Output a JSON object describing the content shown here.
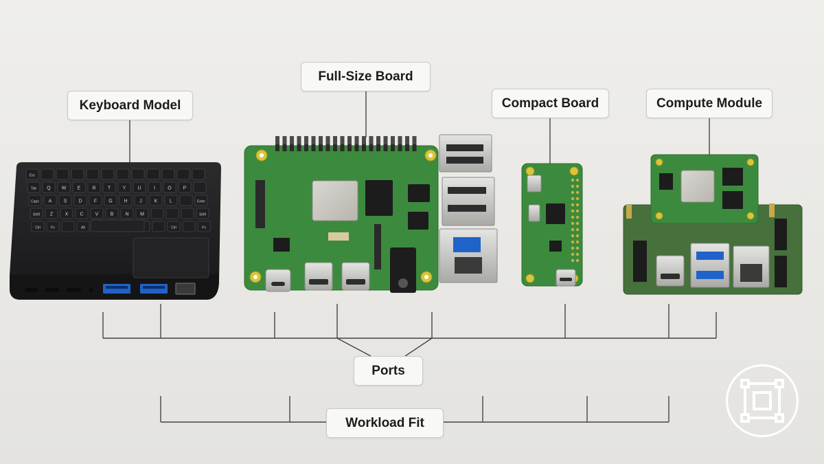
{
  "labels": {
    "keyboard_model": "Keyboard Model",
    "full_size_board": "Full-Size Board",
    "compact_board": "Compact Board",
    "compute_module": "Compute Module",
    "ports": "Ports",
    "workload_fit": "Workload Fit"
  },
  "keyboard": {
    "rows": [
      [
        "Esc",
        "",
        "",
        "",
        "",
        "",
        "",
        "",
        "",
        "",
        "",
        ""
      ],
      [
        "Tab",
        "Q",
        "W",
        "E",
        "R",
        "T",
        "Y",
        "U",
        "I",
        "O",
        "P",
        ""
      ],
      [
        "Caps",
        "A",
        "S",
        "D",
        "F",
        "G",
        "H",
        "J",
        "K",
        "L",
        "",
        "Enter"
      ],
      [
        "Shift",
        "Z",
        "X",
        "C",
        "V",
        "B",
        "N",
        "M",
        "",
        "",
        "",
        "Shift"
      ],
      [
        "Ctrl",
        "Fn",
        "",
        "Alt",
        "",
        "",
        "",
        "",
        "",
        "Ctrl",
        "",
        "Fn"
      ]
    ]
  },
  "colors": {
    "pcb_green": "#3c8a3e",
    "usb3_blue": "#1f63c9",
    "connector_lines": "#4a4a4a"
  },
  "icons": {
    "badge": "module-diagram-icon"
  }
}
